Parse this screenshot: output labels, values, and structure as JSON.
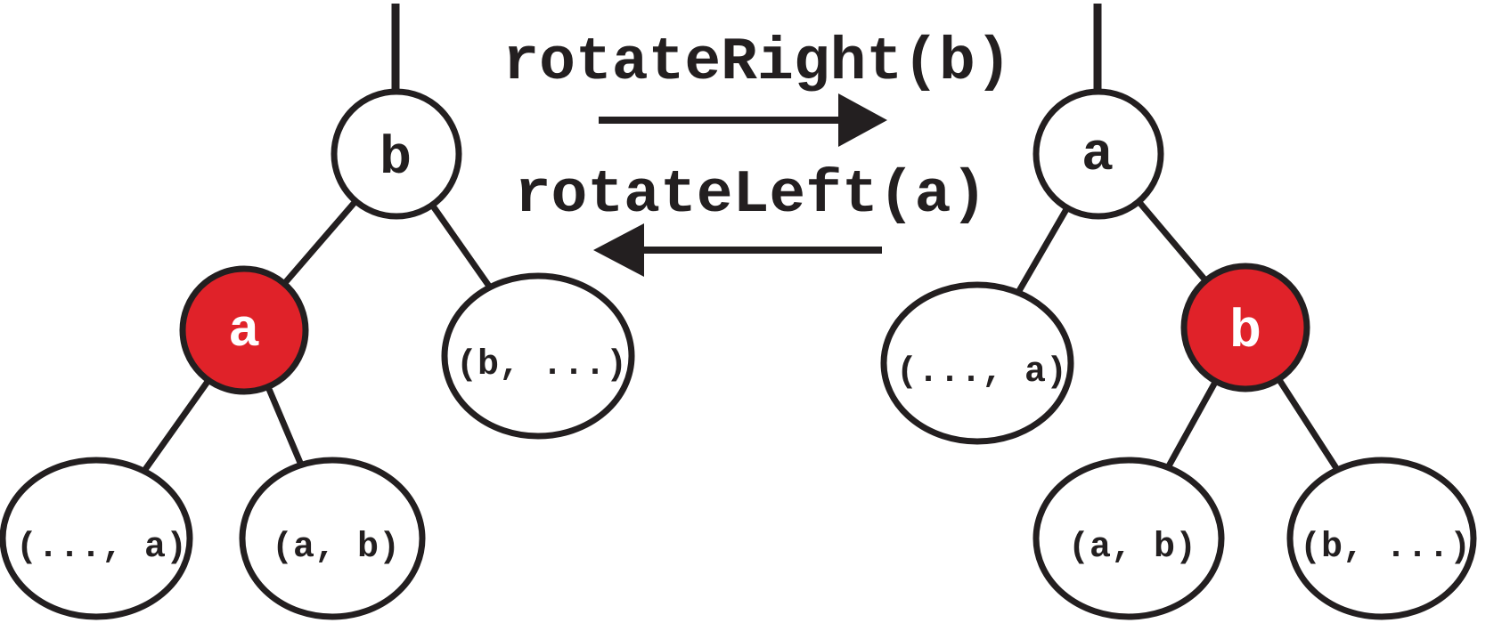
{
  "colors": {
    "ink": "#231f20",
    "node_red": "#e02229",
    "node_white": "#ffffff",
    "background": "#ffffff"
  },
  "operations": {
    "rotate_right_label": "rotateRight(b)",
    "rotate_left_label": "rotateLeft(a)"
  },
  "left_tree": {
    "root_label": "b",
    "left_child_label": "a",
    "right_child_label": "(b, ...)",
    "left_grandchild_label": "(..., a)",
    "right_grandchild_label": "(a, b)"
  },
  "right_tree": {
    "root_label": "a",
    "left_child_label": "(..., a)",
    "right_child_label": "b",
    "left_grandchild_label": "(a, b)",
    "right_grandchild_label": "(b, ...)"
  }
}
